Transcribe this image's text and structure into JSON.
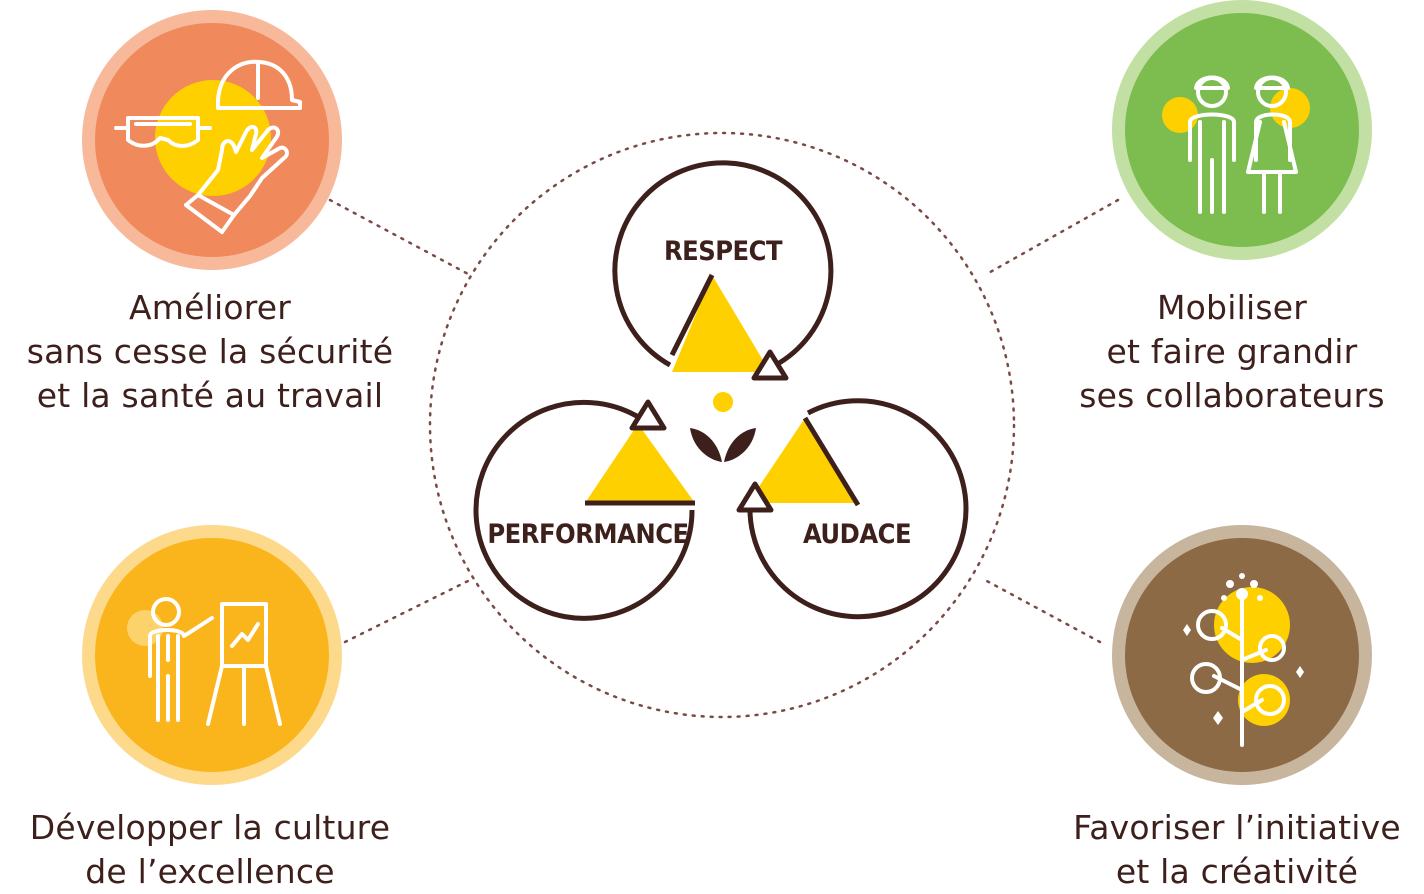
{
  "center": {
    "values": [
      "RESPECT",
      "PERFORMANCE",
      "AUDACE"
    ]
  },
  "pillars": {
    "safety": {
      "lines": [
        "Améliorer",
        "sans cesse la sécurité",
        "et la santé au travail"
      ],
      "color": "#f08a5d",
      "icons": [
        "safety-goggles-icon",
        "hard-hat-icon",
        "work-glove-icon"
      ]
    },
    "people": {
      "lines": [
        "Mobiliser",
        "et faire grandir",
        "ses collaborateurs"
      ],
      "color": "#7dbd4f",
      "icons": [
        "male-worker-icon",
        "female-worker-icon"
      ]
    },
    "excellence": {
      "lines": [
        "Développer la culture",
        "de l’excellence"
      ],
      "color": "#fbb51c",
      "icons": [
        "presenter-icon",
        "flipchart-icon"
      ]
    },
    "creativity": {
      "lines": [
        "Favoriser l’initiative",
        "et la créativité"
      ],
      "color": "#8c6a45",
      "icons": [
        "flowering-plant-icon"
      ]
    }
  },
  "colors": {
    "dark": "#3d1f1c",
    "yellow": "#ffd000"
  }
}
